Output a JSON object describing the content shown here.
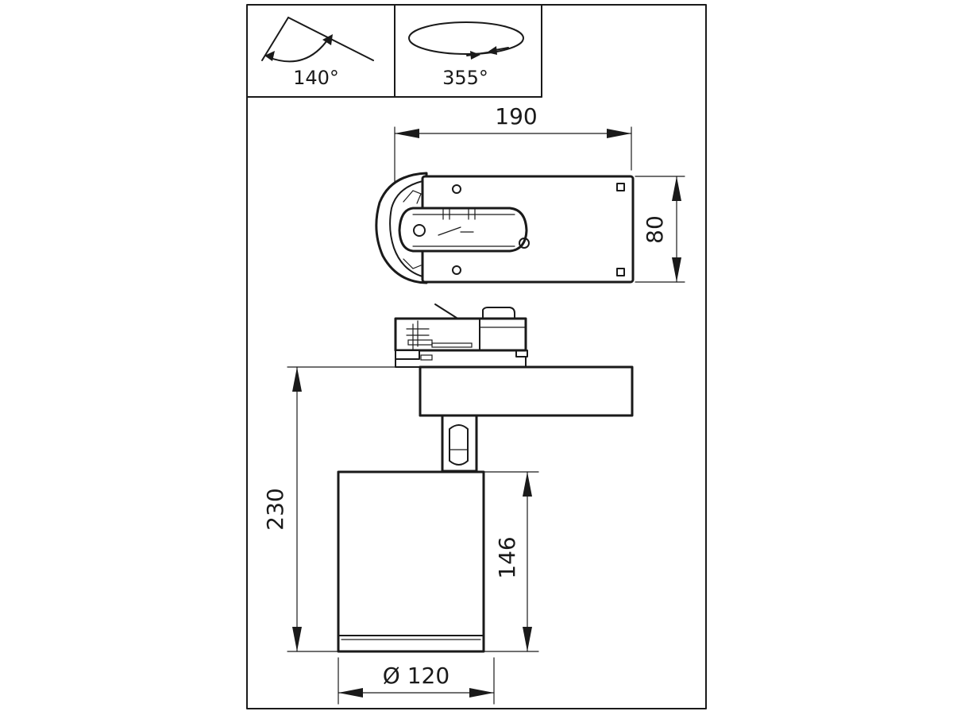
{
  "icons": {
    "tilt_angle": "140°",
    "rotation_angle": "355°"
  },
  "dimensions": {
    "length": "190",
    "width": "80",
    "total_height": "230",
    "head_height": "146",
    "head_diameter": "Ø 120"
  }
}
